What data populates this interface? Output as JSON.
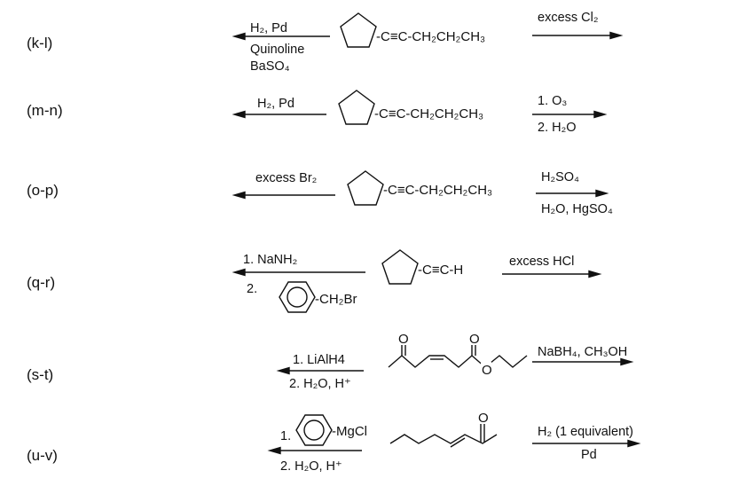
{
  "rows": [
    {
      "label": "(k-l)",
      "left_reagents": [
        "H₂, Pd",
        "Quinoline",
        "BaSO₄"
      ],
      "substrate": "-C≡C-CH₂CH₂CH₃",
      "right_reagents": [
        "excess Cl₂"
      ]
    },
    {
      "label": "(m-n)",
      "left_reagents": [
        "H₂, Pd"
      ],
      "substrate": "-C≡C-CH₂CH₂CH₃",
      "right_reagents": [
        "1. O₃",
        "2. H₂O"
      ]
    },
    {
      "label": "(o-p)",
      "left_reagents": [
        "excess Br₂"
      ],
      "substrate": "-C≡C-CH₂CH₂CH₃",
      "right_reagents": [
        "H₂SO₄",
        "H₂O, HgSO₄"
      ]
    },
    {
      "label": "(q-r)",
      "left_reagents": [
        "1. NaNH₂",
        "2.",
        "-CH₂Br"
      ],
      "substrate": "-C≡C-H",
      "right_reagents": [
        "excess HCl"
      ]
    },
    {
      "label": "(s-t)",
      "left_reagents": [
        "1. LiAlH4",
        "2. H₂O, H⁺"
      ],
      "atoms": [
        "O",
        "O",
        "O"
      ],
      "right_reagents": [
        "NaBH₄, CH₃OH"
      ]
    },
    {
      "label": "(u-v)",
      "left_reagents": [
        "1.",
        "-MgCl",
        "2.  H₂O, H⁺"
      ],
      "atoms": [
        "O"
      ],
      "right_reagents": [
        "H₂ (1 equivalent)",
        "Pd"
      ]
    }
  ]
}
